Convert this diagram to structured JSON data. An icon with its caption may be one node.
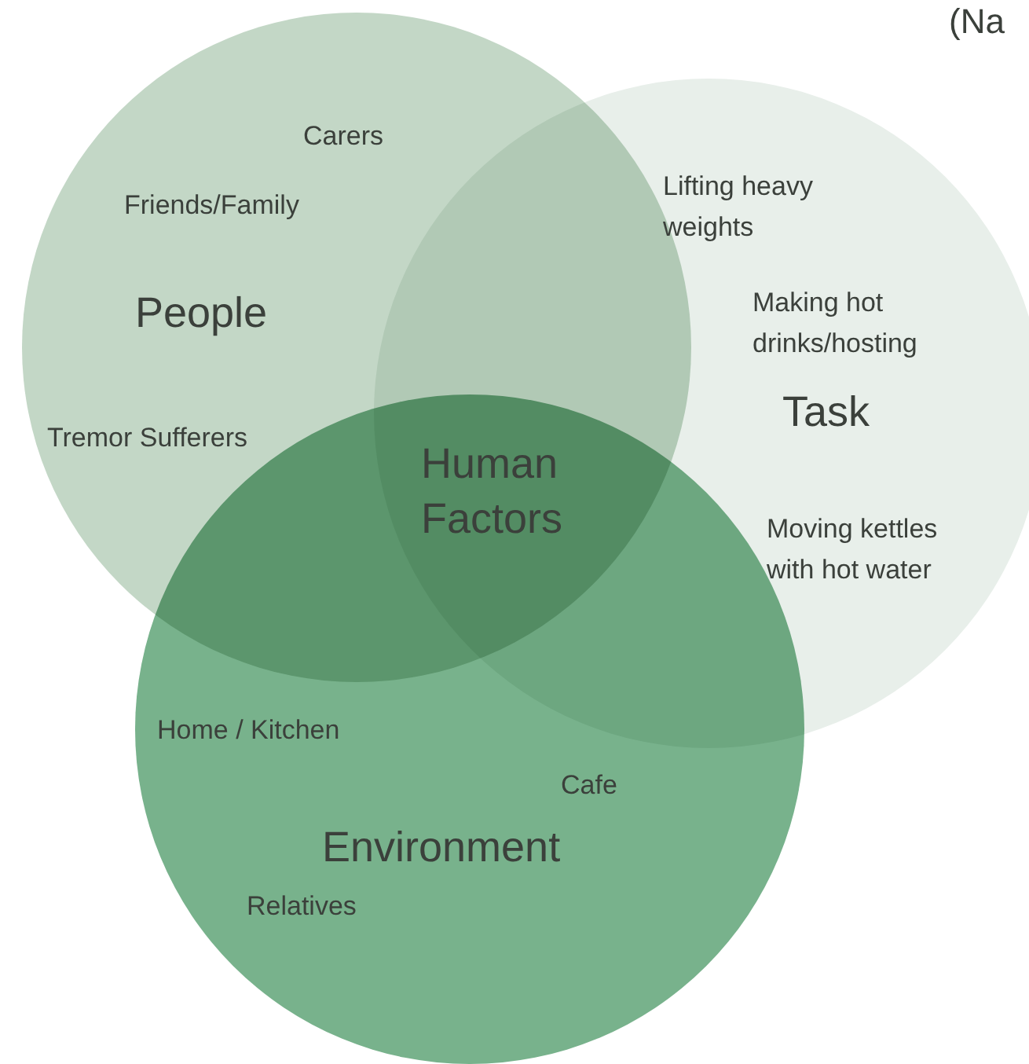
{
  "diagram": {
    "nodes": [
      {
        "text": [
          "Carers",
          "Friends/Family",
          "People",
          "Tremor Sufferers"
        ]
      },
      {
        "text": [
          "Lifting heavy weights",
          "Making hot drinks/hosting",
          "Task",
          "Moving kettles with hot water"
        ]
      },
      {
        "text": [
          "Home / Kitchen",
          "Cafe",
          "Environment",
          "Relatives"
        ]
      }
    ],
    "labels": [
      "(Na",
      "Human Factors"
    ]
  }
}
